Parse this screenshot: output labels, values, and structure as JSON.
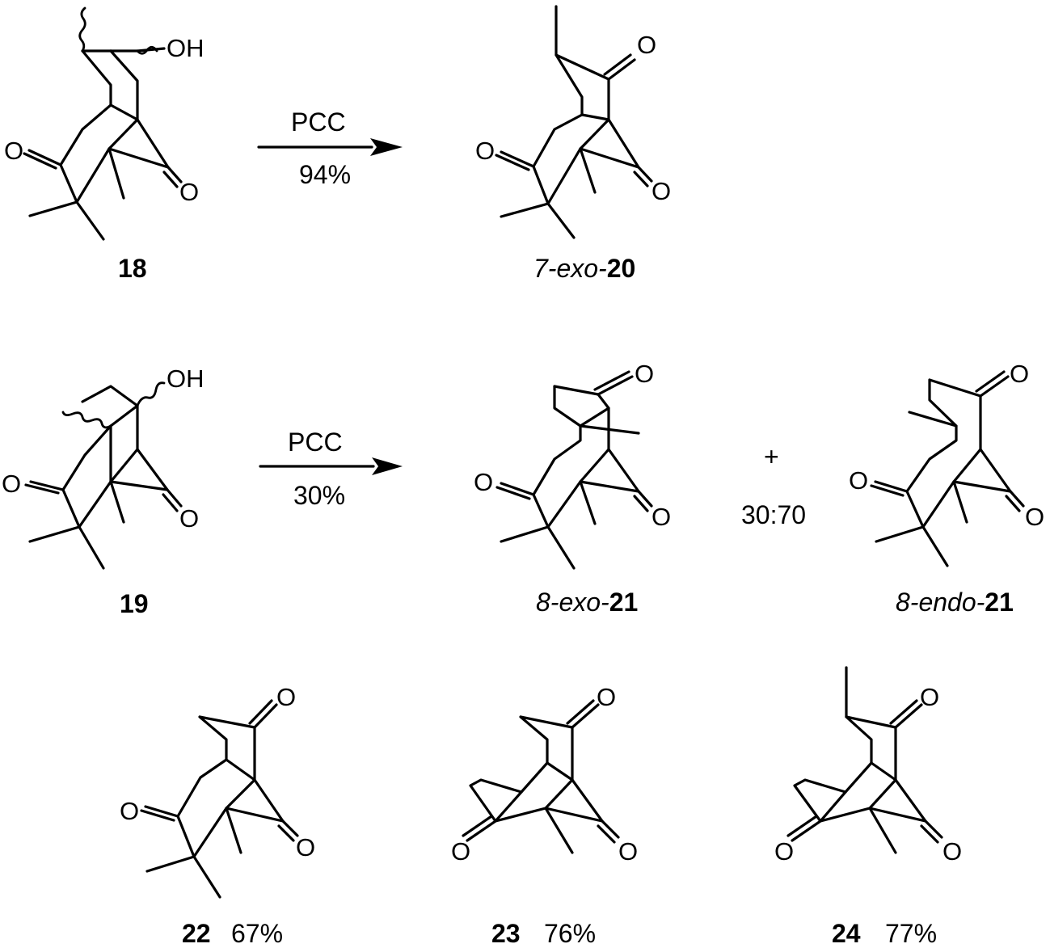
{
  "atom_labels": {
    "oxygen": "O",
    "hydroxyl": "OH"
  },
  "reaction1": {
    "reagent": "PCC",
    "yield": "94%",
    "starting_material": {
      "number": "18"
    },
    "product": {
      "prefix": "7-exo-",
      "number": "20"
    }
  },
  "reaction2": {
    "reagent": "PCC",
    "yield": "30%",
    "starting_material": {
      "number": "19"
    },
    "plus": "+",
    "ratio": "30:70",
    "product_a": {
      "prefix": "8-exo-",
      "number": "21"
    },
    "product_b": {
      "prefix": "8-endo-",
      "number": "21"
    }
  },
  "compounds": [
    {
      "number": "22",
      "yield": "67%"
    },
    {
      "number": "23",
      "yield": "76%"
    },
    {
      "number": "24",
      "yield": "77%"
    }
  ]
}
